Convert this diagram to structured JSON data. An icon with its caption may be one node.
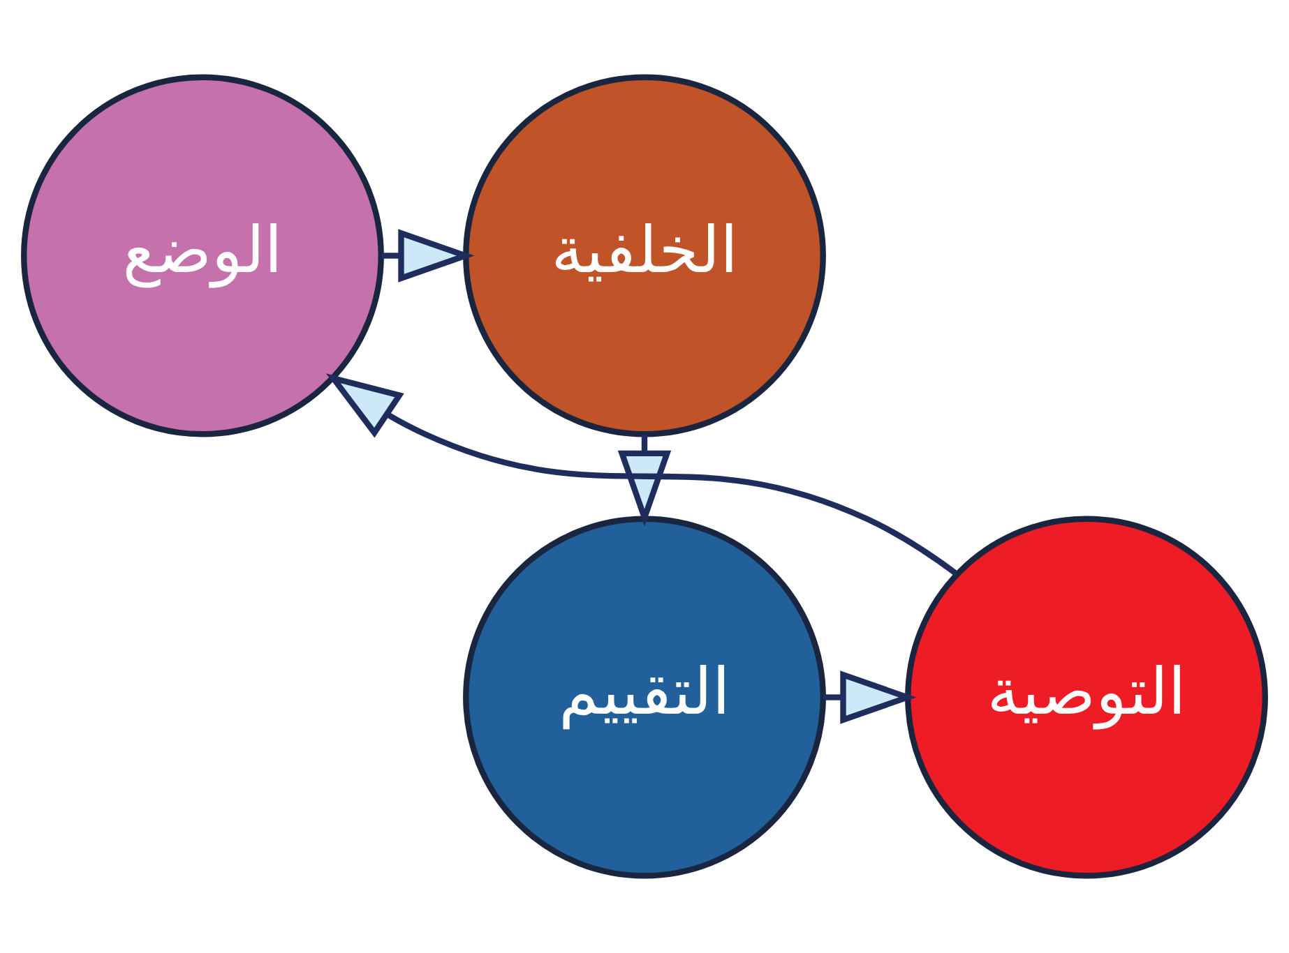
{
  "diagram": {
    "nodes": [
      {
        "text": [
          "الوضع"
        ]
      },
      {
        "text": [
          "الخلفية"
        ]
      },
      {
        "text": [
          "التقييم"
        ]
      },
      {
        "text": [
          "التوصية"
        ]
      }
    ],
    "edges": [
      {
        "from": 0,
        "to": 1,
        "arrow": "to"
      },
      {
        "from": 1,
        "to": 2,
        "arrow": "to"
      },
      {
        "from": 2,
        "to": 3,
        "arrow": "to"
      },
      {
        "from": 3,
        "to": 0,
        "arrow": "to"
      }
    ]
  }
}
